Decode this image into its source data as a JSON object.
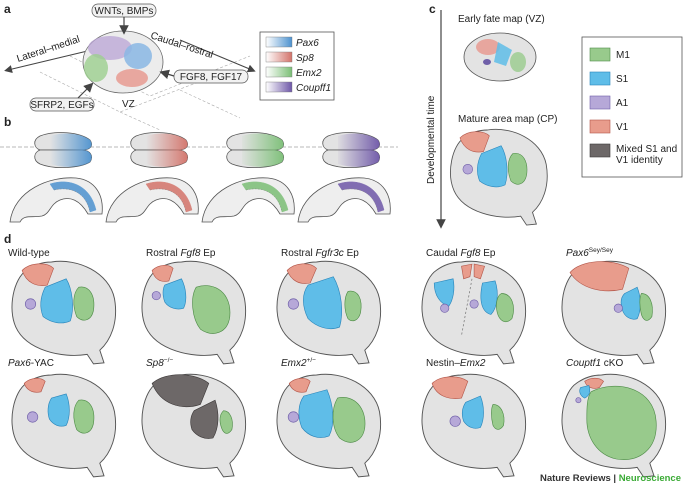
{
  "panels": {
    "a": "a",
    "b": "b",
    "c": "c",
    "d": "d"
  },
  "panel_a": {
    "axis_lateral_medial": "Lateral–medial",
    "axis_caudal_rostral": "Caudal–rostral",
    "signal_top": "WNTs, BMPs",
    "signal_right": "FGF8, FGF17",
    "signal_left": "SFRP2, EGFs",
    "vz_label": "VZ",
    "legend": [
      {
        "name": "Pax6",
        "color": "#4d92cf"
      },
      {
        "name": "Sp8",
        "color": "#d3736a"
      },
      {
        "name": "Emx2",
        "color": "#7bbf76"
      },
      {
        "name": "Coupff1",
        "color": "#6e57a8"
      }
    ]
  },
  "panel_c": {
    "timeline_label": "Developmental time",
    "early_label": "Early fate map (VZ)",
    "mature_label": "Mature area map (CP)",
    "legend": [
      {
        "name": "M1",
        "color": "#98ca8c"
      },
      {
        "name": "S1",
        "color": "#5fbde8"
      },
      {
        "name": "A1",
        "color": "#b6a8d8"
      },
      {
        "name": "V1",
        "color": "#e89c8c"
      },
      {
        "name": "Mixed S1 and V1 identity",
        "color": "#6d6868"
      }
    ]
  },
  "panel_d": {
    "row1": [
      {
        "pre": "Wild-type",
        "ital": "",
        "post": "",
        "sup": ""
      },
      {
        "pre": "Rostral ",
        "ital": "Fgf8",
        "post": " Ep",
        "sup": ""
      },
      {
        "pre": "Rostral ",
        "ital": "Fgfr3c",
        "post": " Ep",
        "sup": ""
      },
      {
        "pre": "Caudal ",
        "ital": "Fgf8",
        "post": " Ep",
        "sup": ""
      },
      {
        "pre": "",
        "ital": "Pax6",
        "post": "",
        "sup": "Sey/Sey"
      }
    ],
    "row2": [
      {
        "pre": "",
        "ital": "Pax6",
        "post": "-YAC",
        "sup": ""
      },
      {
        "pre": "",
        "ital": "Sp8",
        "post": "",
        "sup": "−/−"
      },
      {
        "pre": "",
        "ital": "Emx2",
        "post": "",
        "sup": "+/−"
      },
      {
        "pre": "Nestin–",
        "ital": "Emx2",
        "post": "",
        "sup": ""
      },
      {
        "pre": "",
        "ital": "Couptf1",
        "post": " cKO",
        "sup": ""
      }
    ]
  },
  "credit": {
    "journal": "Nature Reviews",
    "separator": " | ",
    "section": "Neuroscience"
  },
  "colors": {
    "M1": "#98ca8c",
    "S1": "#5fbde8",
    "A1": "#b6a8d8",
    "V1": "#e89c8c",
    "mixed": "#6d6868",
    "credit_green": "#3aaa35"
  }
}
